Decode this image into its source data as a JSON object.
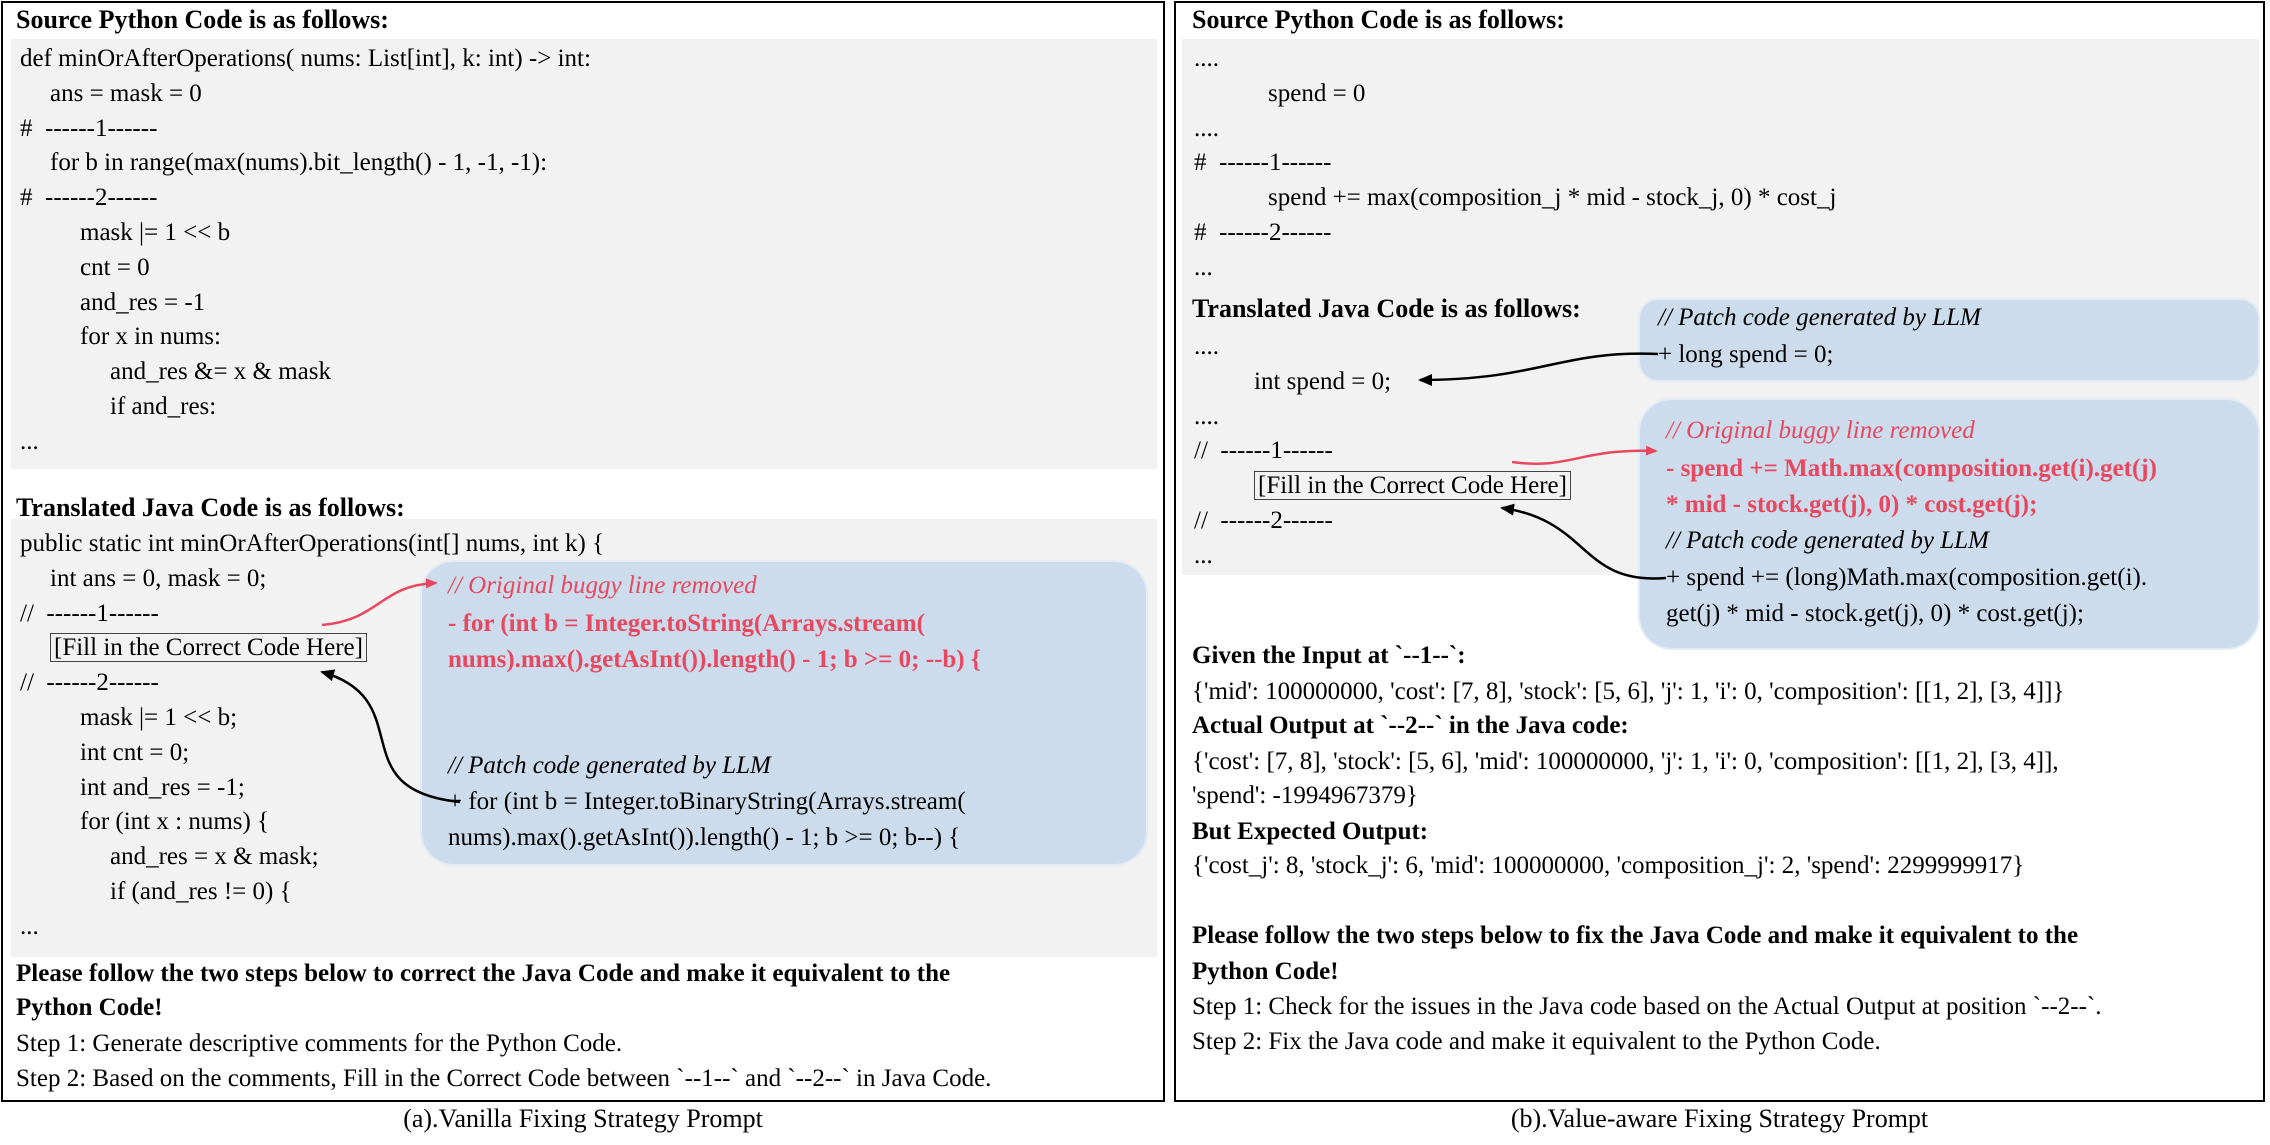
{
  "left_panel": {
    "source_header": "Source Python Code is as follows:",
    "source_code": [
      {
        "indent": 0,
        "text": "def minOrAfterOperations( nums: List[int], k: int) -> int:"
      },
      {
        "indent": 1,
        "text": "ans = mask = 0"
      },
      {
        "indent": 0,
        "text": "#  ------1------"
      },
      {
        "indent": 1,
        "text": "for b in range(max(nums).bit_length() - 1, -1, -1):"
      },
      {
        "indent": 0,
        "text": "#  ------2------"
      },
      {
        "indent": 2,
        "text": "mask |= 1 << b"
      },
      {
        "indent": 2,
        "text": "cnt = 0"
      },
      {
        "indent": 2,
        "text": "and_res = -1"
      },
      {
        "indent": 2,
        "text": "for x in nums:"
      },
      {
        "indent": 3,
        "text": "and_res &= x & mask"
      },
      {
        "indent": 3,
        "text": "if and_res:"
      },
      {
        "indent": 0,
        "text": "..."
      }
    ],
    "java_header": "Translated Java Code is as follows:",
    "java_code": [
      {
        "indent": 0,
        "text": "public static int minOrAfterOperations(int[] nums, int k) {"
      },
      {
        "indent": 1,
        "text": "int ans = 0, mask = 0;"
      },
      {
        "indent": 0,
        "text": "//  ------1------"
      },
      {
        "indent": 1,
        "text": "[Fill in the Correct Code Here]",
        "boxed": true
      },
      {
        "indent": 0,
        "text": "//  ------2------"
      },
      {
        "indent": 2,
        "text": "mask |= 1 << b;"
      },
      {
        "indent": 2,
        "text": "int cnt = 0;"
      },
      {
        "indent": 2,
        "text": "int and_res = -1;"
      },
      {
        "indent": 2,
        "text": "for (int x : nums) {"
      },
      {
        "indent": 3,
        "text": "and_res = x & mask;"
      },
      {
        "indent": 3,
        "text": "if (and_res != 0) {"
      },
      {
        "indent": 0,
        "text": "..."
      }
    ],
    "bubble": {
      "removed_comment": "// Original buggy line removed",
      "removed_line1": "- for (int b = Integer.toString(Arrays.stream(",
      "removed_line2": "nums).max().getAsInt()).length() - 1; b >= 0; --b) {",
      "patch_comment": "// Patch code generated by LLM",
      "patch_line1": "+ for (int b = Integer.toBinaryString(Arrays.stream(",
      "patch_line2": "nums).max().getAsInt()).length() - 1; b >= 0; b--) {"
    },
    "instructions": {
      "line1": "Please follow the two steps below to correct the Java Code and make it equivalent to the",
      "line2": "Python Code!",
      "step1": "Step 1: Generate descriptive comments for the Python Code.",
      "step2": "Step 2: Based on the comments, Fill in the Correct Code between `--1--` and `--2--` in Java Code."
    },
    "caption": "(a).Vanilla Fixing Strategy Prompt"
  },
  "right_panel": {
    "source_header": "Source Python Code is as follows:",
    "source_code": [
      {
        "indent": 0,
        "text": "...."
      },
      {
        "indent": 2,
        "text": "spend = 0"
      },
      {
        "indent": 0,
        "text": "...."
      },
      {
        "indent": 0,
        "text": "#  ------1------"
      },
      {
        "indent": 2,
        "text": "spend += max(composition_j * mid - stock_j, 0) * cost_j"
      },
      {
        "indent": 0,
        "text": "#  ------2------"
      },
      {
        "indent": 0,
        "text": "..."
      }
    ],
    "java_header": "Translated Java Code is as follows:",
    "java_code": [
      {
        "indent": 0,
        "text": "...."
      },
      {
        "indent": 2,
        "text": "int spend = 0;"
      },
      {
        "indent": 0,
        "text": "...."
      },
      {
        "indent": 0,
        "text": "//  ------1------"
      },
      {
        "indent": 2,
        "text": "[Fill in the Correct Code Here]",
        "boxed": true
      },
      {
        "indent": 0,
        "text": "//  ------2------"
      },
      {
        "indent": 0,
        "text": "..."
      }
    ],
    "bubble_top": {
      "patch_comment": "// Patch code generated by LLM",
      "patch_line": "+ long spend = 0;"
    },
    "bubble_bottom": {
      "removed_comment": "// Original buggy line removed",
      "removed_line1": "- spend += Math.max(composition.get(i).get(j)",
      "removed_line2": "* mid - stock.get(j), 0) * cost.get(j);",
      "patch_comment": "// Patch code generated by LLM",
      "patch_line1": "+ spend += (long)Math.max(composition.get(i).",
      "patch_line2": "get(j) * mid - stock.get(j), 0) * cost.get(j);"
    },
    "values": {
      "input_label": "Given the Input at `--1--`:",
      "input_value": "{'mid': 100000000, 'cost': [7, 8], 'stock': [5, 6], 'j': 1, 'i': 0, 'composition': [[1, 2], [3, 4]]}",
      "actual_label": "Actual Output at `--2--` in the Java code:",
      "actual_value1": "{'cost': [7, 8], 'stock': [5, 6], 'mid': 100000000, 'j': 1, 'i': 0, 'composition': [[1, 2], [3, 4]],",
      "actual_value2": "'spend': -1994967379}",
      "expected_label": "But Expected Output:",
      "expected_value": "{'cost_j': 8, 'stock_j': 6, 'mid': 100000000, 'composition_j': 2, 'spend': 2299999917}"
    },
    "instructions": {
      "line1": "Please follow the two steps below to fix the Java Code and make it equivalent to the",
      "line2": "Python Code!",
      "step1": "Step 1: Check for the issues in the Java code based on the Actual Output at position `--2--`.",
      "step2": "Step 2: Fix the Java code and make it equivalent to the Python Code."
    },
    "caption": "(b).Value-aware Fixing Strategy Prompt"
  }
}
